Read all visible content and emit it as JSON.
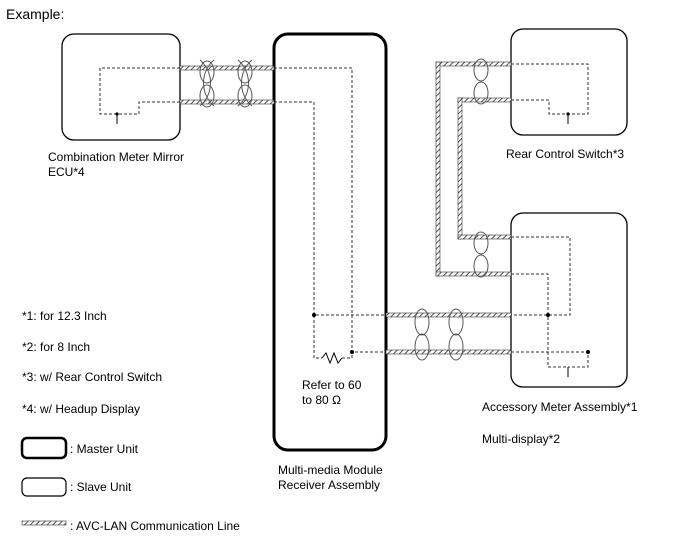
{
  "title": "Example:",
  "units": {
    "combination_meter": "Combination Meter Mirror\nECU*4",
    "rear_control": "Rear Control Switch*3",
    "accessory_meter": "Accessory Meter Assembly*1",
    "multi_display": "Multi-display*2",
    "master": "Multi-media Module\nReceiver Assembly",
    "resistor_note": "Refer to 60\nto 80 Ω"
  },
  "notes": [
    "*1: for 12.3 Inch",
    "*2: for 8 Inch",
    "*3: w/ Rear Control Switch",
    "*4: w/ Headup Display"
  ],
  "legend": {
    "master": ": Master Unit",
    "slave": ": Slave Unit",
    "line": ": AVC-LAN Communication Line"
  }
}
